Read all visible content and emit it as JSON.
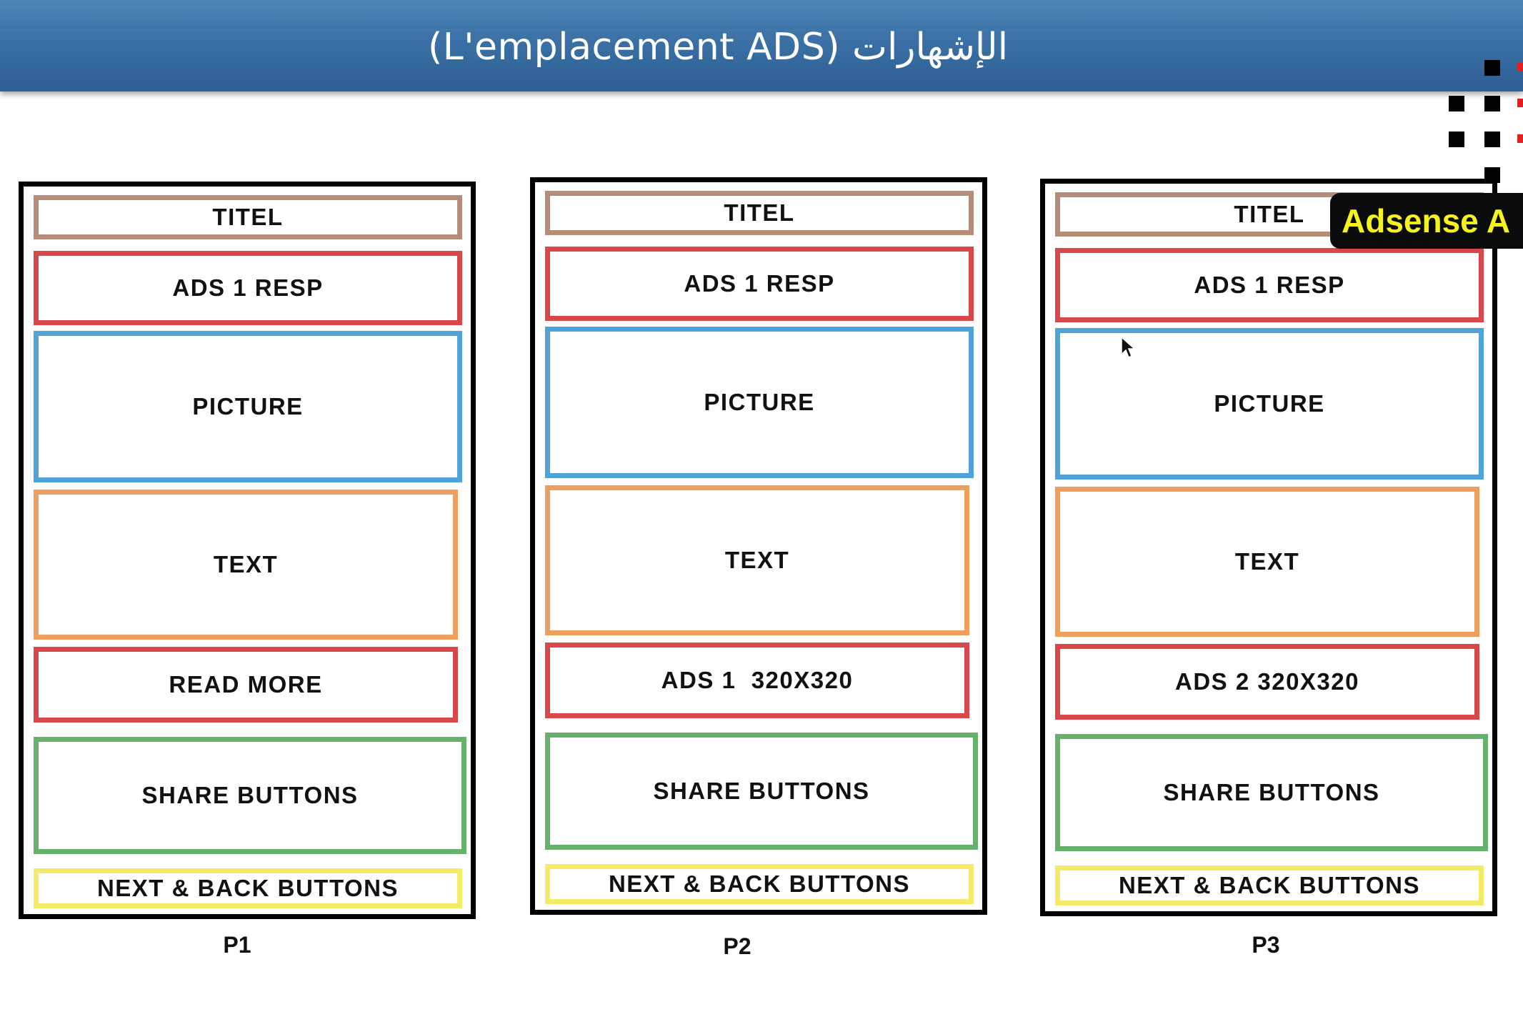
{
  "header": {
    "title": "(L'emplacement ADS) الإشهارات"
  },
  "badge": {
    "text": "Adsense A"
  },
  "colors": {
    "header": "#3a70a5",
    "titel": "#b58c78",
    "ads": "#d9474a",
    "picture": "#4ea3d8",
    "text": "#ee9f5c",
    "share": "#66b16b",
    "nav": "#f4ec68",
    "badge_text": "#f5f21c"
  },
  "layouts": [
    {
      "label": "P1",
      "blocks": {
        "titel": "TITEL",
        "ads_top": "ADS 1 RESP",
        "picture": "PICTURE",
        "text": "TEXT",
        "middle": "READ MORE",
        "share": "SHARE BUTTONS",
        "nav": "NEXT & BACK BUTTONS"
      }
    },
    {
      "label": "P2",
      "blocks": {
        "titel": "TITEL",
        "ads_top": "ADS 1 RESP",
        "picture": "PICTURE",
        "text": "TEXT",
        "middle": "ADS 1  320X320",
        "share": "SHARE BUTTONS",
        "nav": "NEXT & BACK BUTTONS"
      }
    },
    {
      "label": "P3",
      "blocks": {
        "titel": "TITEL",
        "ads_top": "ADS 1 RESP",
        "picture": "PICTURE",
        "text": "TEXT",
        "middle": "ADS 2 320X320",
        "share": "SHARE BUTTONS",
        "nav": "NEXT & BACK BUTTONS"
      }
    }
  ]
}
